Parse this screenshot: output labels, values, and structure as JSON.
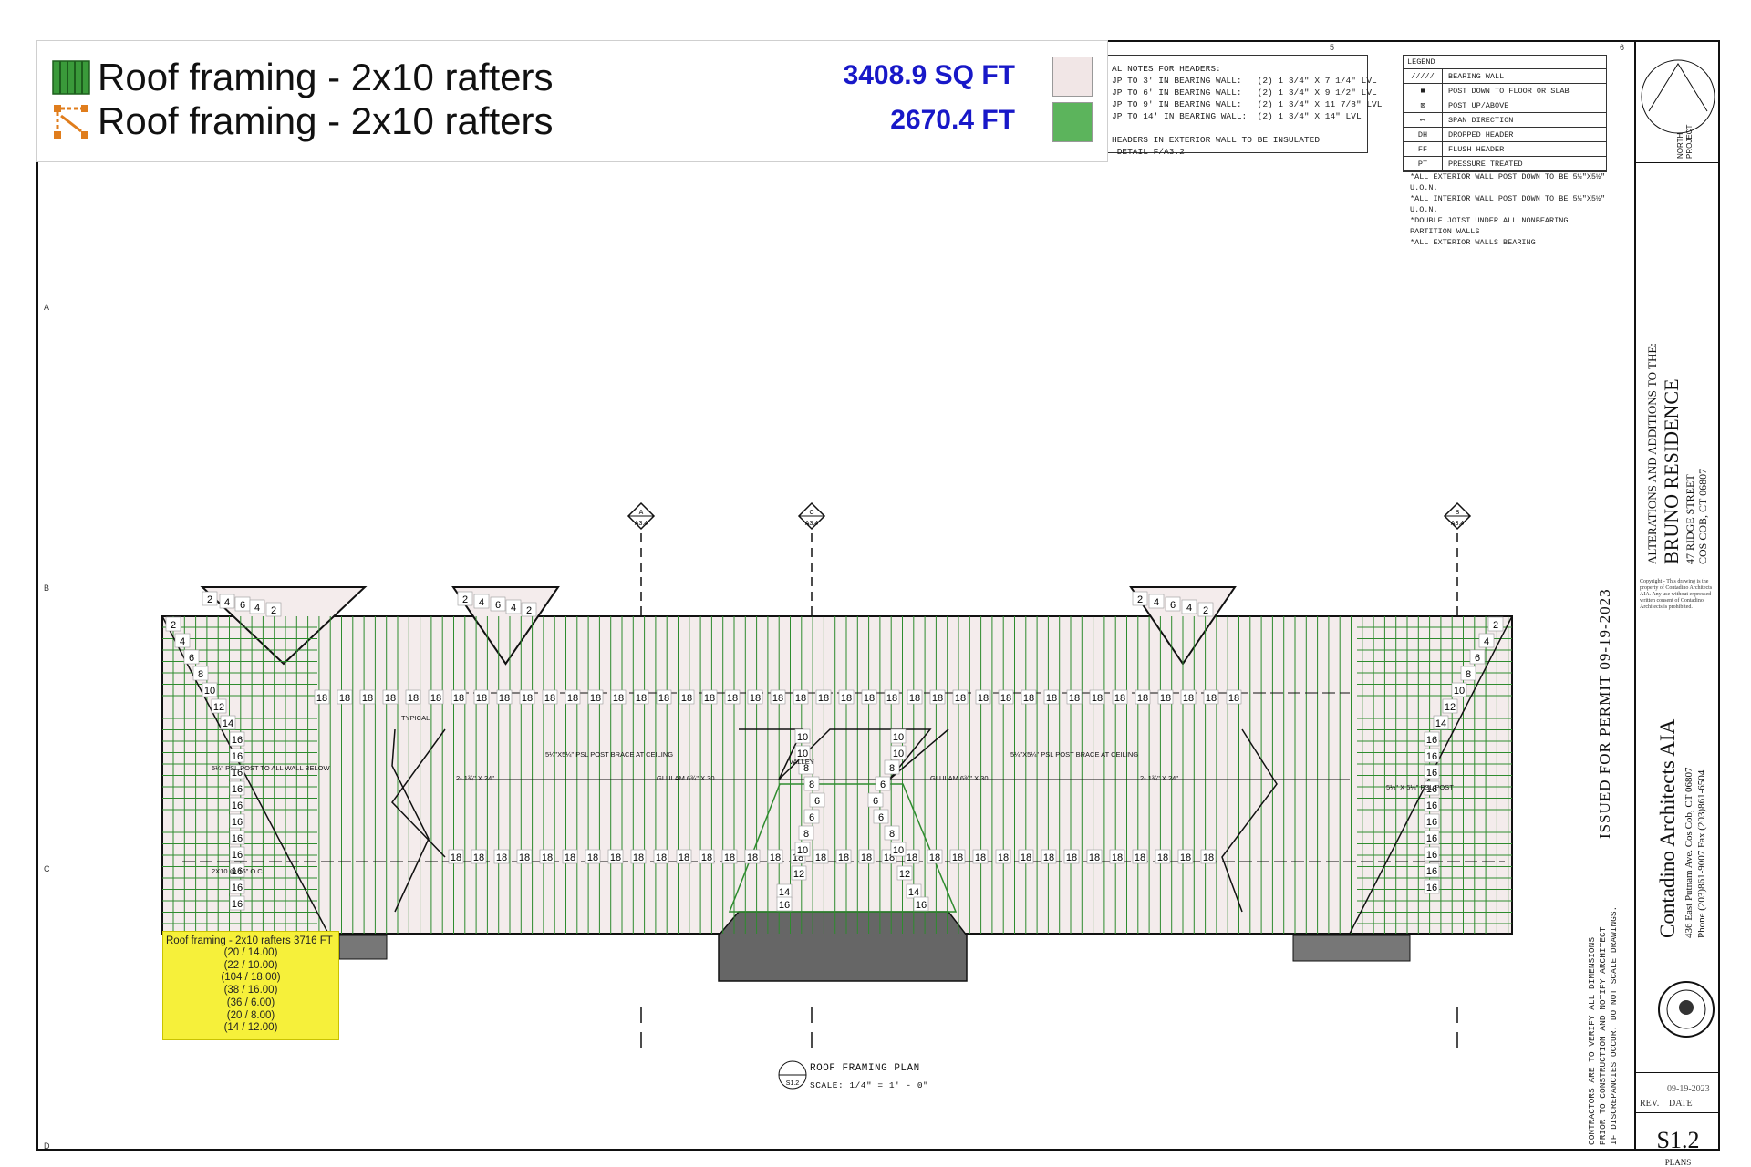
{
  "measurements": [
    {
      "label": "Roof framing - 2x10 rafters",
      "value": "3408.9 SQ FT",
      "icon": "rafter-area-icon",
      "swatch": "#f1e6e6"
    },
    {
      "label": "Roof framing - 2x10 rafters",
      "value": "2670.4 FT",
      "icon": "rafter-length-icon",
      "swatch": "#5cb45c"
    }
  ],
  "header_notes": "AL NOTES FOR HEADERS:\nJP TO 3' IN BEARING WALL:   (2) 1 3/4\" X 7 1/4\" LVL\nJP TO 6' IN BEARING WALL:   (2) 1 3/4\" X 9 1/2\" LVL\nJP TO 9' IN BEARING WALL:   (2) 1 3/4\" X 11 7/8\" LVL\nJP TO 14' IN BEARING WALL:  (2) 1 3/4\" X 14\" LVL\n\nHEADERS IN EXTERIOR WALL TO BE INSULATED\n DETAIL F/A3.2",
  "legend": {
    "title": "LEGEND",
    "rows": [
      {
        "sym": "/////",
        "text": "BEARING WALL"
      },
      {
        "sym": "■",
        "text": "POST DOWN TO FLOOR OR SLAB"
      },
      {
        "sym": "⊠",
        "text": "POST UP/ABOVE"
      },
      {
        "sym": "⟷",
        "text": "SPAN DIRECTION"
      },
      {
        "sym": "DH",
        "text": "DROPPED HEADER"
      },
      {
        "sym": "FF",
        "text": "FLUSH HEADER"
      },
      {
        "sym": "PT",
        "text": "PRESSURE TREATED"
      }
    ],
    "notes": [
      "*ALL EXTERIOR WALL POST DOWN TO BE 5½\"X5½\" U.O.N.",
      "*ALL INTERIOR WALL POST DOWN TO BE 5½\"X5½\" U.O.N.",
      "*DOUBLE JOIST UNDER ALL NONBEARING PARTITION WALLS",
      "*ALL EXTERIOR WALLS BEARING"
    ]
  },
  "title_block": {
    "north": "NORTH",
    "project": "PROJECT",
    "alterations": "ALTERATIONS AND ADDITIONS TO THE:",
    "residence": "BRUNO RESIDENCE",
    "street": "47 RIDGE STREET",
    "city": "COS COB, CT 06807",
    "copyright": "Copyright - This drawing is the property of Contadino Architects AIA. Any use without expressed written consent of Contadino Architects is prohibited.",
    "issued": "ISSUED FOR PERMIT 09-19-2023",
    "firm": "Contadino Architects AIA",
    "firm_addr": "436 East Putnam Ave.   Cos Cob, CT 06807",
    "firm_phone": "Phone (203)861-9007   Fax (203)861-6504",
    "rev_date": "09-19-2023",
    "rev": "REV.",
    "date": "DATE",
    "sheet": "S1.2",
    "plans": "PLANS"
  },
  "contractor_note": [
    "CONTRACTORS ARE TO VERIFY ALL DIMENSIONS",
    "PRIOR TO CONSTRUCTION AND NOTIFY ARCHITECT",
    "IF DISCREPANCIES OCCUR. DO NOT SCALE DRAWINGS."
  ],
  "grid": {
    "cols": [
      "5",
      "6"
    ],
    "rows": [
      "A",
      "B",
      "C",
      "D"
    ]
  },
  "section_markers": [
    {
      "top": "A",
      "bottom": "A3.4"
    },
    {
      "top": "C",
      "bottom": "A3.4"
    },
    {
      "top": "B",
      "bottom": "A3.4"
    }
  ],
  "plan": {
    "title": "ROOF FRAMING PLAN",
    "scale": "SCALE: 1/4\" = 1' - 0\"",
    "tag": "S1.2",
    "annotations": [
      {
        "text": "GLULAM 6¾\" X 30",
        "key": "glulam-left"
      },
      {
        "text": "GLULAM 6¾\" X 30",
        "key": "glulam-right"
      },
      {
        "text": "2- 1¾\" X 24\"",
        "key": "lvl-left"
      },
      {
        "text": "2- 1¾\" X 24\"",
        "key": "lvl-right"
      },
      {
        "text": "5¼\"X5¼\" PSL POST BRACE AT CEILING",
        "key": "psl-left"
      },
      {
        "text": "5¼\"X5¼\" PSL POST BRACE AT CEILING",
        "key": "psl-right"
      },
      {
        "text": "VALLEY",
        "key": "valley"
      },
      {
        "text": "TYPICAL",
        "key": "typical"
      },
      {
        "text": "5¼\" PSL POST TO ALL WALL BELOW",
        "key": "psl-post-left"
      },
      {
        "text": "5¼\" X 5¼\" PSL POST",
        "key": "psl-post-right"
      },
      {
        "text": "2X10 @ 16\" O.C.",
        "key": "rafter-spacing"
      }
    ]
  },
  "tally": {
    "header": "Roof framing - 2x10 rafters 3716 FT",
    "rows": [
      "(20 / 14.00)",
      "(22 / 10.00)",
      "(104 / 18.00)",
      "(38 / 16.00)",
      "(36 / 6.00)",
      "(20 / 8.00)",
      "(14 / 12.00)"
    ]
  },
  "rafter_labels": {
    "top_row": [
      "18",
      "18",
      "18",
      "18",
      "18",
      "18",
      "18",
      "18",
      "18",
      "18",
      "18",
      "18",
      "18",
      "18",
      "18",
      "18",
      "18",
      "18",
      "18",
      "18",
      "18",
      "18",
      "18",
      "18",
      "18",
      "18",
      "18",
      "18",
      "18",
      "18",
      "18",
      "18",
      "18",
      "18",
      "18",
      "18",
      "18",
      "18",
      "18",
      "18",
      "18"
    ],
    "bottom_row": [
      "18",
      "18",
      "18",
      "18",
      "18",
      "18",
      "18",
      "18",
      "18",
      "18",
      "18",
      "18",
      "18",
      "18",
      "18",
      "18",
      "18",
      "18",
      "18",
      "18",
      "18",
      "18",
      "18",
      "18",
      "18",
      "18",
      "18",
      "18",
      "18",
      "18",
      "18",
      "18",
      "18",
      "18"
    ],
    "left_column": [
      "2",
      "4",
      "6",
      "8",
      "10",
      "12",
      "14",
      "16",
      "16",
      "16",
      "16",
      "16",
      "16",
      "16",
      "16",
      "16",
      "16",
      "16"
    ],
    "right_column": [
      "2",
      "4",
      "6",
      "8",
      "10",
      "12",
      "14",
      "16",
      "16",
      "16",
      "16",
      "16",
      "16",
      "16",
      "16",
      "16",
      "16"
    ]
  },
  "colors": {
    "framing": "#2e8b2e",
    "roof_fill": "#f4ecec",
    "outline": "#111111",
    "label_bg": "#ffffff"
  }
}
